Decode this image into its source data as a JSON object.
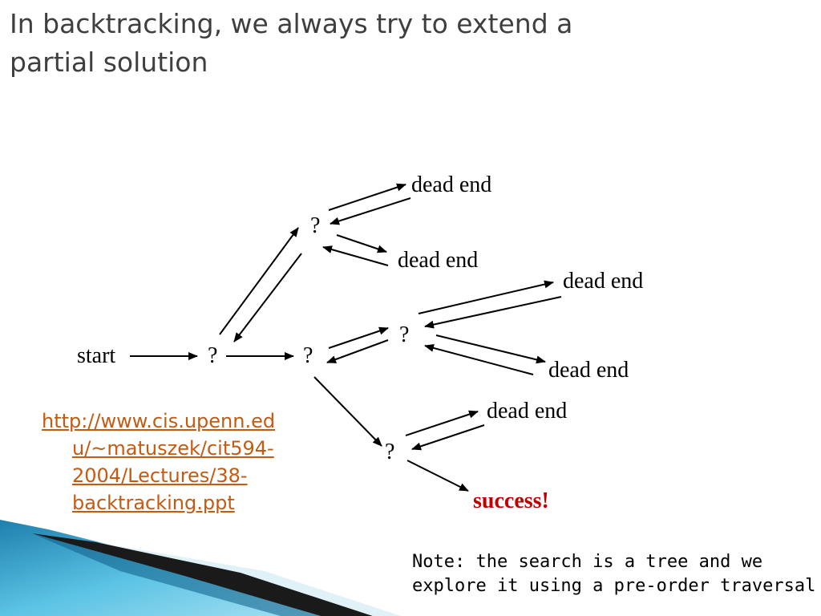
{
  "slide": {
    "title_lines": [
      "In backtracking, we always try to extend a",
      "partial solution"
    ],
    "link_lines": [
      "http://www.cis.upenn.ed",
      "u/~matuszek/cit594-",
      "2004/Lectures/38-",
      "backtracking.ppt"
    ],
    "note_lines": [
      "Note: the search is a tree and we",
      "explore it using a pre-order traversal"
    ]
  },
  "diagram": {
    "nodes": {
      "start": "start",
      "q1": "?",
      "q2": "?",
      "q_top": "?",
      "q_mid": "?",
      "q_low": "?",
      "dead1": "dead end",
      "dead2": "dead end",
      "dead3": "dead end",
      "dead4": "dead end",
      "dead5": "dead end",
      "success": "success!"
    },
    "colors": {
      "success": "#c00000",
      "link": "#c55a11",
      "title": "#3f3f3f",
      "decor": "#3aa5cc"
    }
  }
}
